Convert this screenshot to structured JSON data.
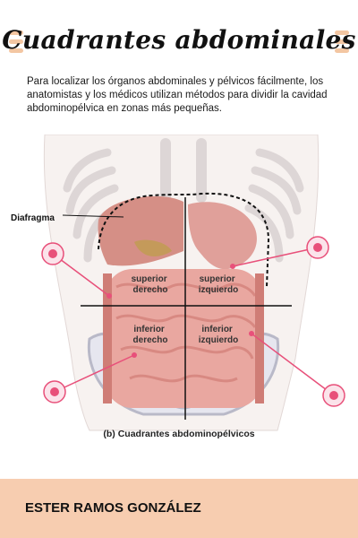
{
  "title": "Cuadrantes abdominales",
  "intro": "Para localizar los  órganos abdominales y pélvicos fácilmente, los anatomistas y los médicos utilizan métodos para dividir la cavidad abdominopélvica en zonas más pequeñas.",
  "labels": {
    "diaphragm": "Diafragma",
    "upper_right": [
      "superior",
      "derecho"
    ],
    "upper_left": [
      "superior",
      "izquierdo"
    ],
    "lower_right": [
      "inferior",
      "derecho"
    ],
    "lower_left": [
      "inferior",
      "izquierdo"
    ]
  },
  "caption": "(b) Cuadrantes abdominopélvicos",
  "author": "ESTER RAMOS GONZÁLEZ",
  "colors": {
    "accent": "#e8507a",
    "footer": "#f7cdb0",
    "decor": "#f3c6a2"
  }
}
